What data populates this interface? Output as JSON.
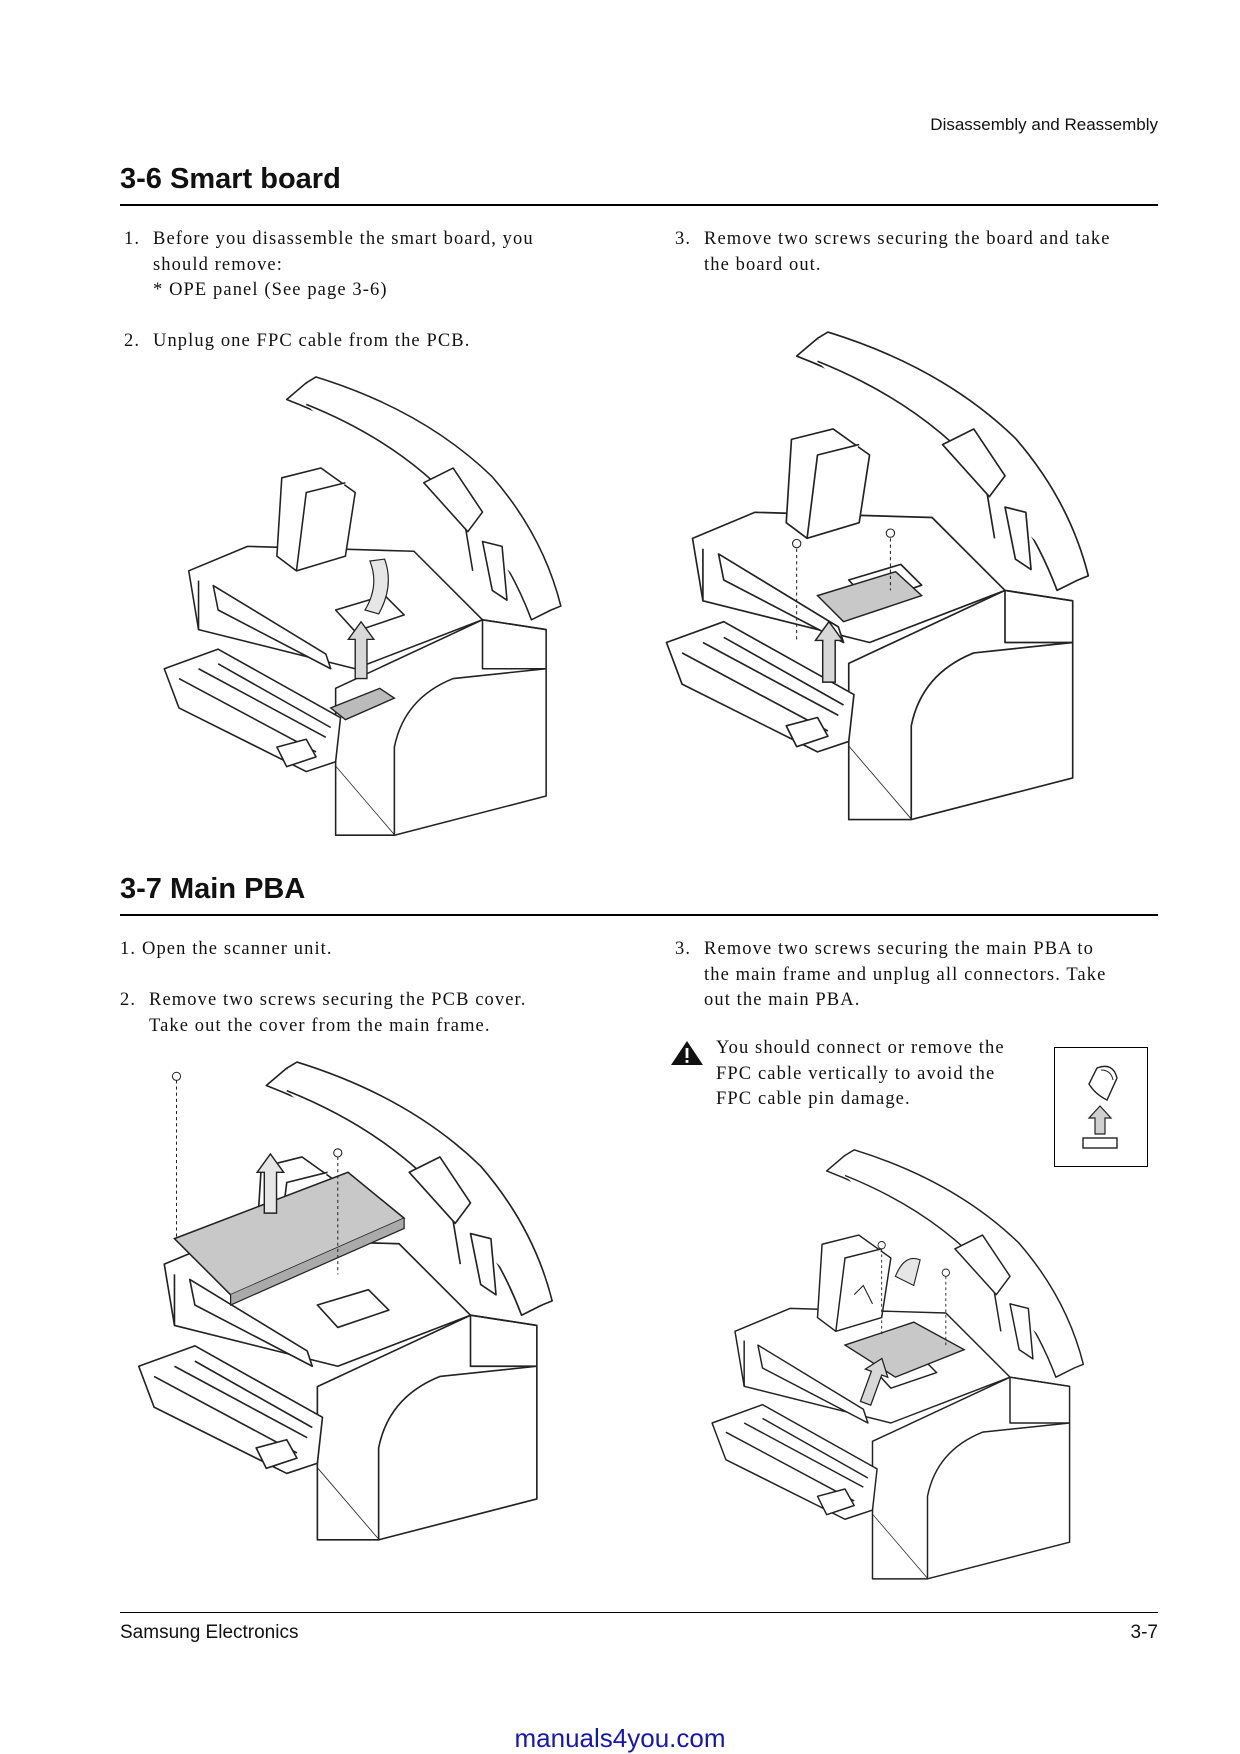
{
  "header": {
    "running_title": "Disassembly and Reassembly"
  },
  "sections": [
    {
      "title": "3-6  Smart board",
      "steps": [
        {
          "num": "1.",
          "lines": [
            "Before you disassemble the smart board, you",
            "should remove:",
            "* OPE panel (See page 3-6)"
          ]
        },
        {
          "num": "2.",
          "lines": [
            "Unplug one FPC cable from the PCB."
          ]
        },
        {
          "num": "3.",
          "lines": [
            "Remove two screws securing the board and take",
            "the board out."
          ]
        }
      ]
    },
    {
      "title": "3-7  Main PBA",
      "steps": [
        {
          "num": "1.",
          "lines": [
            "Open the scanner unit."
          ]
        },
        {
          "num": "2.",
          "lines": [
            "Remove two screws securing the PCB cover.",
            "Take out the cover from the main frame."
          ]
        },
        {
          "num": "3.",
          "lines": [
            "Remove two screws securing the main PBA to",
            "the main frame and unplug all  connectors. Take",
            "out the main PBA."
          ]
        }
      ],
      "caution": {
        "icon": "warning-triangle-icon",
        "lines": [
          "You should connect or remove the",
          "FPC cable vertically to avoid the",
          "FPC cable pin damage."
        ]
      }
    }
  ],
  "footer": {
    "left": "Samsung Electronics",
    "right": "3-7"
  },
  "watermark": "manuals4you.com"
}
